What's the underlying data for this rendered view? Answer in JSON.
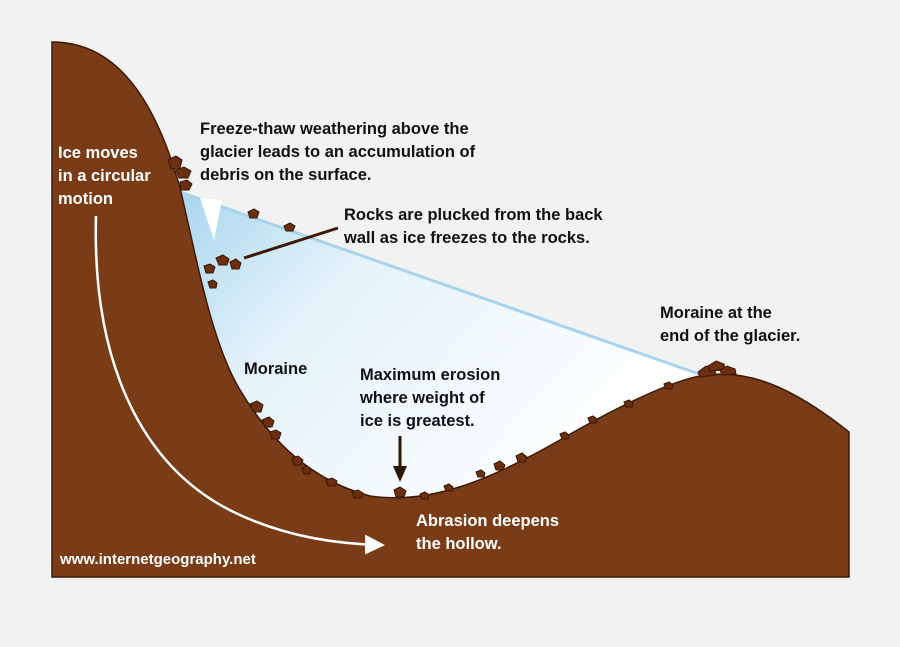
{
  "labels": {
    "ice_moves": [
      "Ice moves",
      "in a circular",
      "motion"
    ],
    "freeze_thaw": [
      "Freeze-thaw weathering above the",
      "glacier leads to an accumulation of",
      "debris on the surface."
    ],
    "plucking": [
      "Rocks are plucked from the back",
      "wall as ice freezes to the rocks."
    ],
    "moraine_end": [
      "Moraine at the",
      "end of the glacier."
    ],
    "moraine": "Moraine",
    "max_erosion": [
      "Maximum erosion",
      "where weight of",
      "ice is greatest."
    ],
    "abrasion": [
      "Abrasion deepens",
      "the hollow."
    ],
    "website": "www.internetgeography.net"
  },
  "colors": {
    "background": "#f2f2f2",
    "rock": "#7a3b17",
    "rock_outline": "#3d1a06",
    "debris": "#6b2f10",
    "ice_light": "#ffffff",
    "ice_blue": "#9fd0ea",
    "ice_surface": "#a7d3ee",
    "text_dark": "#111111",
    "text_light": "#ffffff"
  }
}
